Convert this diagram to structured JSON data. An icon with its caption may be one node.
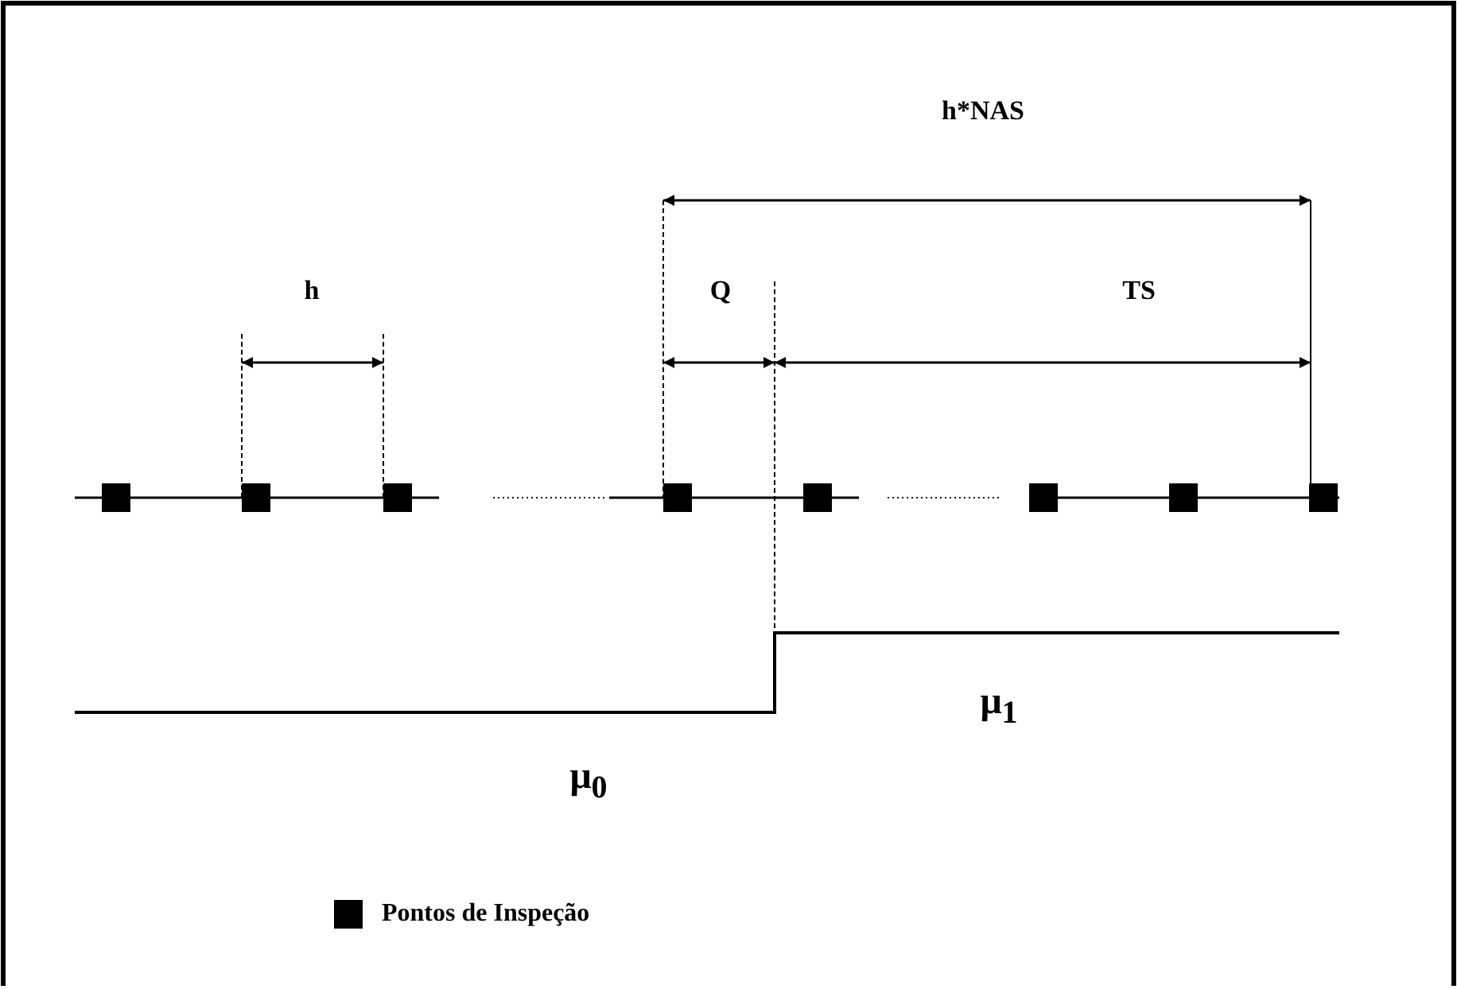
{
  "diagram": {
    "labels": [
      "h*NAS",
      "h",
      "Q",
      "TS",
      "μ$_{1}$",
      "μ$_{0}$"
    ],
    "legend": [
      {
        "text": "Pontos de Inspeção",
        "color": "#000000"
      }
    ]
  }
}
